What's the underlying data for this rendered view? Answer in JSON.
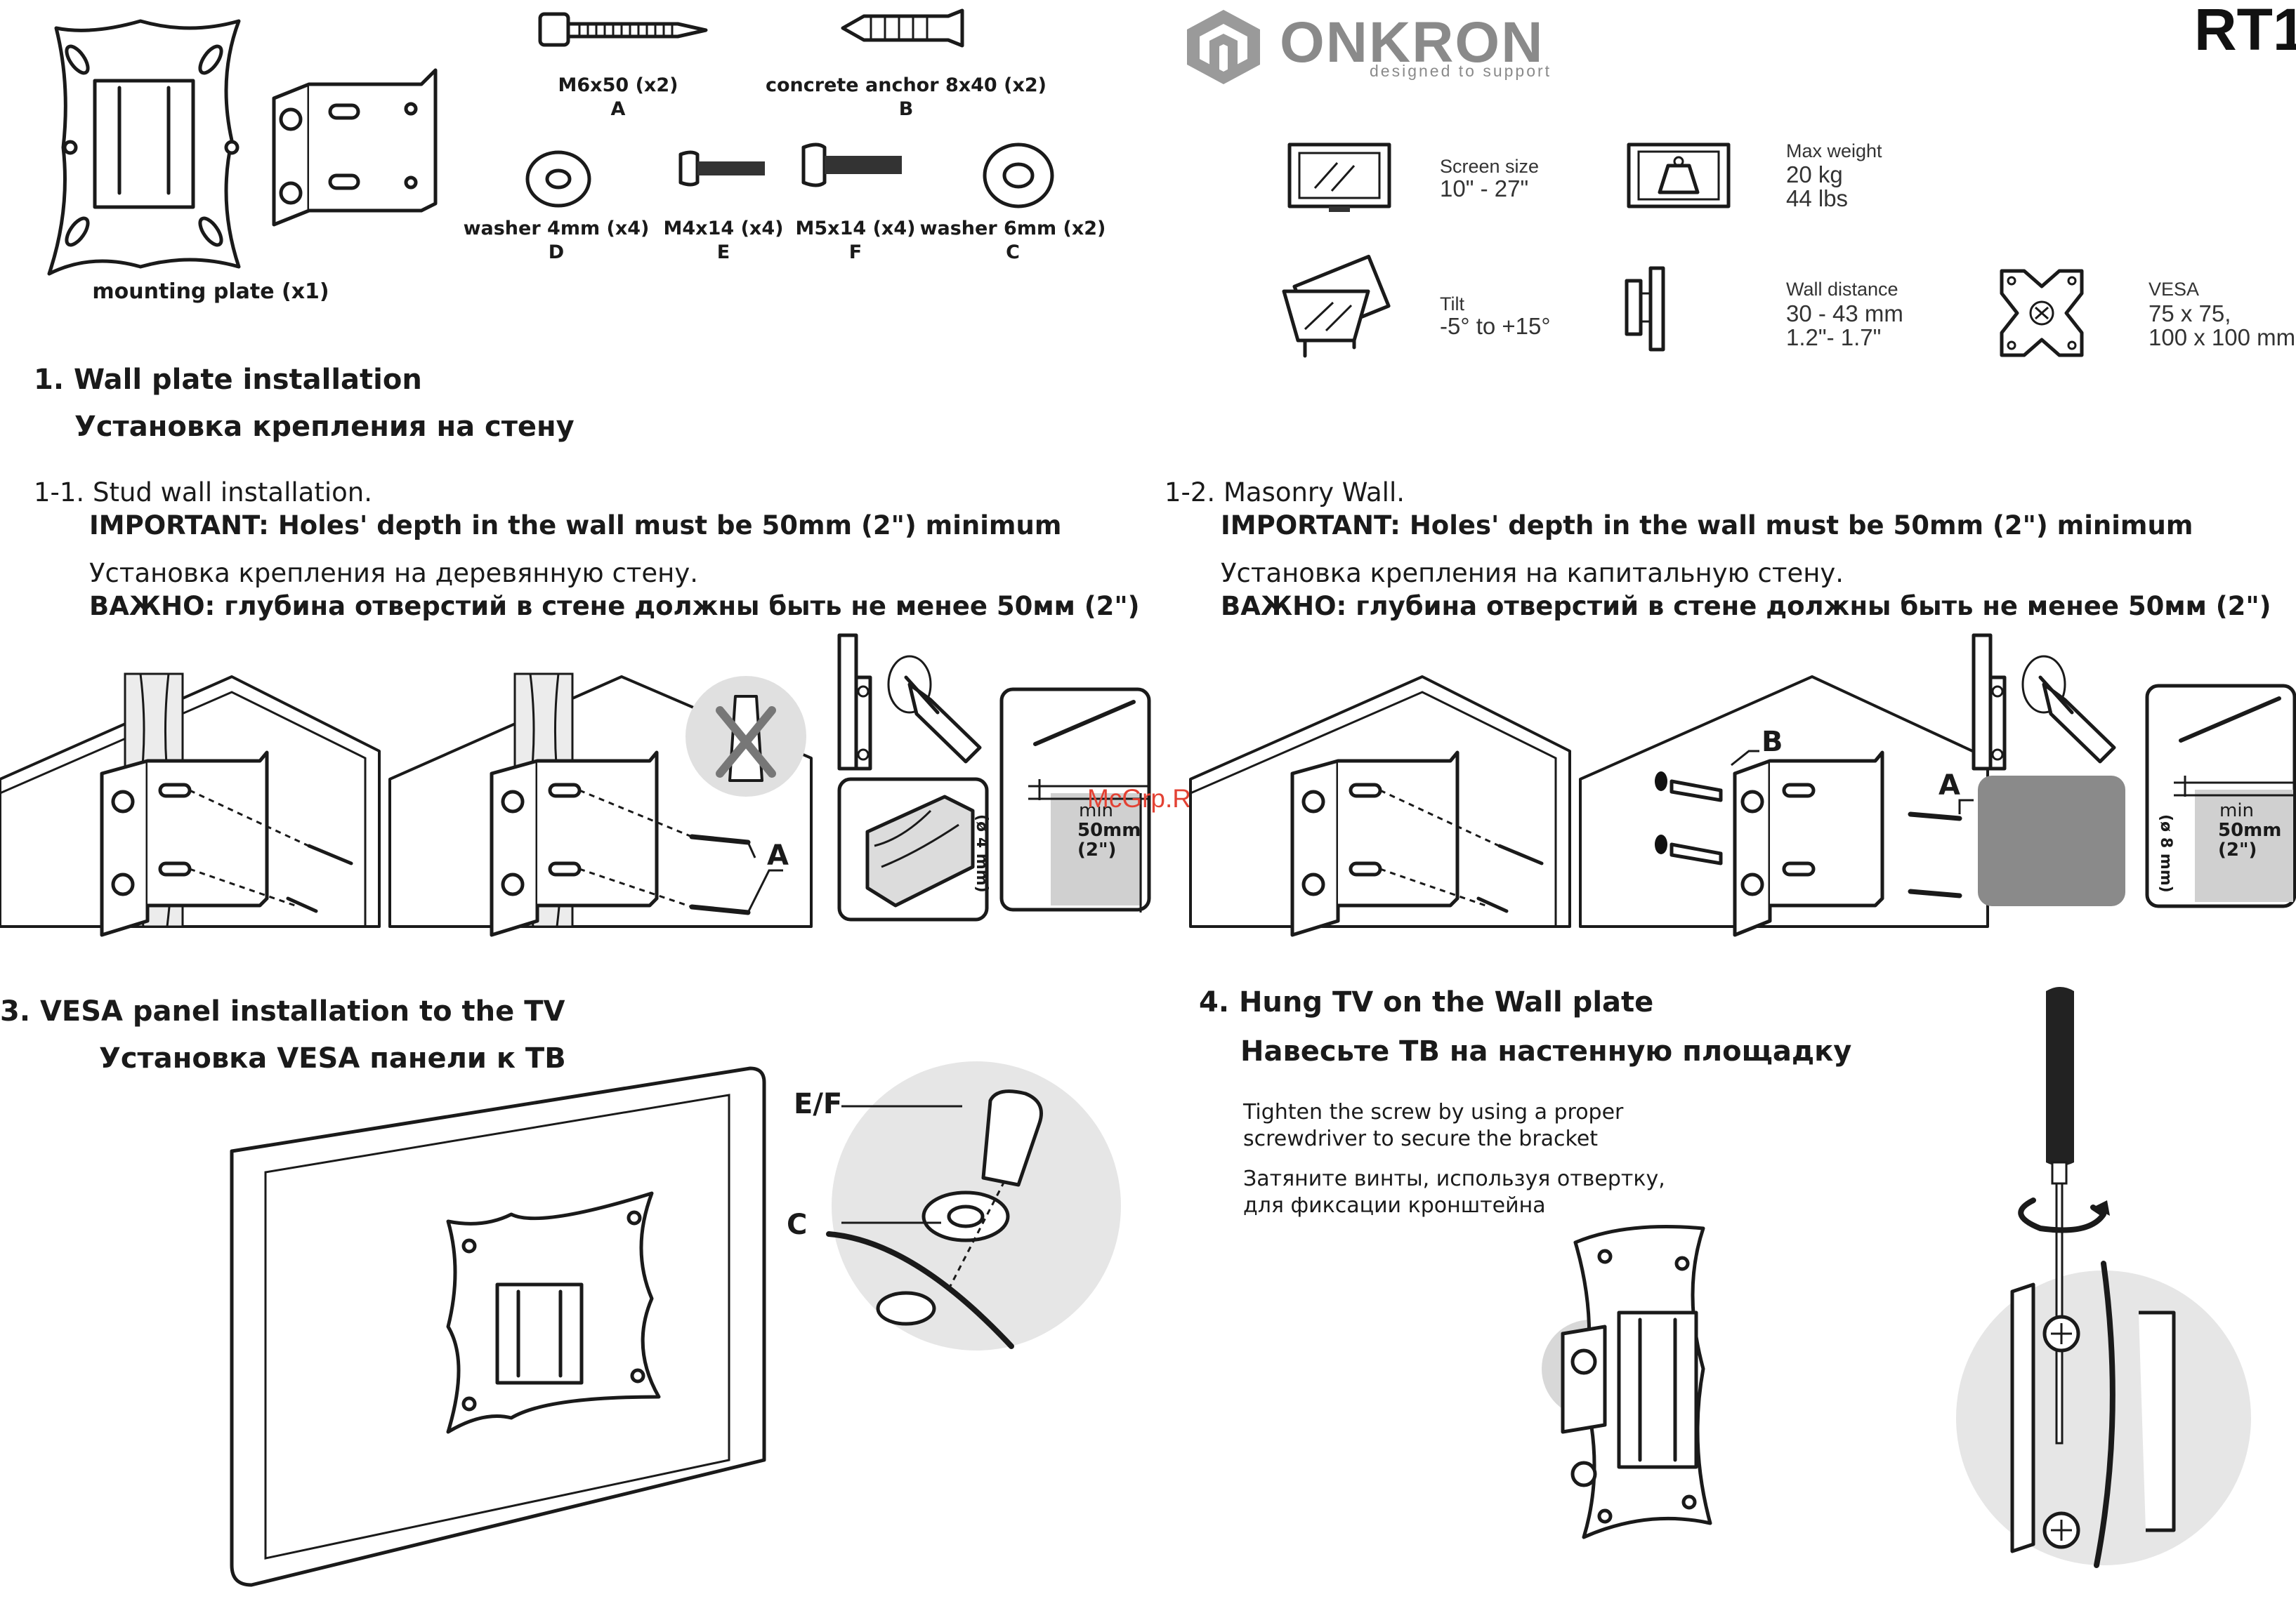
{
  "brand": {
    "name": "ONKRON",
    "tagline": "designed to support",
    "model": "RT1"
  },
  "parts": {
    "mounting_plate": "mounting plate (x1)",
    "a_name": "M6x50 (x2)",
    "a_letter": "A",
    "b_name": "concrete anchor 8x40 (x2)",
    "b_letter": "B",
    "d_name": "washer 4mm (x4)",
    "d_letter": "D",
    "e_name": "M4x14 (x4)",
    "e_letter": "E",
    "f_name": "M5x14 (x4)",
    "f_letter": "F",
    "c_name": "washer 6mm (x2)",
    "c_letter": "C"
  },
  "specs": {
    "screen_label": "Screen size",
    "screen_value": "10\" - 27\"",
    "weight_label": "Max weight",
    "weight_kg": "20 kg",
    "weight_lbs": "44 lbs",
    "tilt_label": "Tilt",
    "tilt_value": "-5° to +15°",
    "wall_label": "Wall distance",
    "wall_mm": "30 - 43 mm",
    "wall_in": "1.2\"- 1.7\"",
    "vesa_label": "VESA",
    "vesa_line1": "75 x 75,",
    "vesa_line2": "100 x 100 mm"
  },
  "section1": {
    "title": "1. Wall plate installation",
    "title_ru": "Установка крепления на стену"
  },
  "stud": {
    "title": "1-1. Stud wall installation.",
    "important": "IMPORTANT: Holes' depth in the wall must be 50mm (2\") minimum",
    "ru": "Установка крепления на деревянную стену.",
    "ru_important": "ВАЖНО: глубина отверстий в стене должны быть не менее 50мм (2\")",
    "label_a": "A",
    "drill": "(ø 4 mm)",
    "min": "min",
    "min_mm": "50mm",
    "min_in": "(2\")"
  },
  "masonry": {
    "title": "1-2. Masonry Wall.",
    "important": "IMPORTANT: Holes' depth in the wall must be 50mm (2\") minimum",
    "ru": "Установка крепления на капитальную стену.",
    "ru_important": "ВАЖНО: глубина отверстий в стене должны быть не менее 50мм (2\")",
    "label_a": "A",
    "label_b": "B",
    "drill": "(ø 8 mm)",
    "min": "min",
    "min_mm": "50mm",
    "min_in": "(2\")"
  },
  "watermark": "McGrp.Ru",
  "section3": {
    "title": "3. VESA panel installation to the TV",
    "title_ru": "Установка VESA панели к ТВ",
    "label_ef": "E/F",
    "label_c": "C"
  },
  "section4": {
    "title": "4. Hung TV on the Wall plate",
    "title_ru": "Навесьте ТВ на настенную площадку",
    "en_line1": "Tighten the screw by using a proper",
    "en_line2": "screwdriver to secure the bracket",
    "ru_line1": "Затяните винты, используя отвертку,",
    "ru_line2": "для фиксации кронштейна"
  }
}
